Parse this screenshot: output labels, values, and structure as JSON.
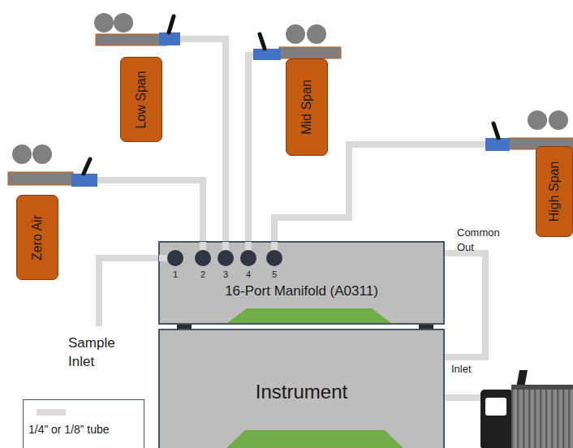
{
  "diagram": {
    "nodes": [
      {
        "text": [
          "Zero Air"
        ]
      },
      {
        "text": [
          "Low Span"
        ]
      },
      {
        "text": [
          "Mid Span"
        ]
      },
      {
        "text": [
          "High Span"
        ]
      },
      {
        "text": [
          "16-Port Manifold (A0311)"
        ]
      },
      {
        "text": [
          "Instrument"
        ]
      }
    ],
    "edges": [
      {
        "from": 0,
        "to": 4,
        "arrow": "none"
      },
      {
        "from": 1,
        "to": 4,
        "arrow": "none"
      },
      {
        "from": 2,
        "to": 4,
        "arrow": "none"
      },
      {
        "from": 3,
        "to": 4,
        "arrow": "none"
      },
      {
        "from": 4,
        "to": 5,
        "arrow": "none"
      }
    ],
    "labels": [
      "1",
      "2",
      "3",
      "4",
      "5",
      "Sample Inlet",
      "Common Out",
      "Inlet"
    ],
    "legend": [
      {
        "text": "1/4” or 1/8” tube",
        "color": "#d9d9d9"
      }
    ]
  }
}
